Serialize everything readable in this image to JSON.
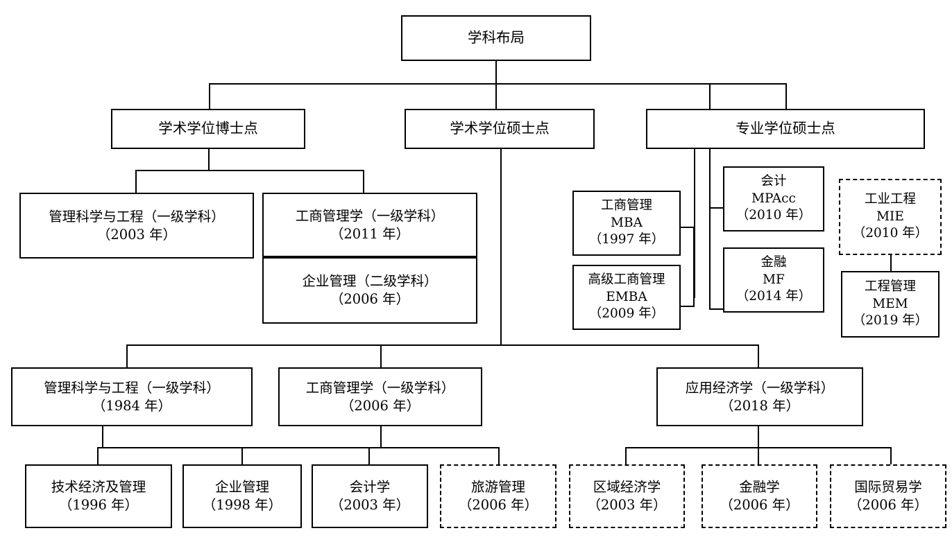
{
  "diagram": {
    "title": "学科布局",
    "type": "organizational-hierarchy",
    "root": {
      "label": "学科布局"
    },
    "branches": {
      "doctoral": {
        "label": "学术学位博士点"
      },
      "academic_master": {
        "label": "学术学位硕士点"
      },
      "professional_master": {
        "label": "专业学位硕士点"
      }
    },
    "doctoral_programs": [
      {
        "name": "管理科学与工程（一级学科）",
        "year": "（2003 年）",
        "style": "solid"
      },
      {
        "name": "工商管理学（一级学科）",
        "year": "（2011 年）",
        "style": "solid"
      },
      {
        "name": "企业管理（二级学科）",
        "year": "（2006 年）",
        "style": "solid"
      }
    ],
    "professional_programs": [
      {
        "name": "工商管理",
        "abbr": "MBA",
        "year": "（1997 年）",
        "style": "solid"
      },
      {
        "name": "高级工商管理",
        "abbr": "EMBA",
        "year": "（2009 年）",
        "style": "solid"
      },
      {
        "name": "会计",
        "abbr": "MPAcc",
        "year": "（2010 年）",
        "style": "solid"
      },
      {
        "name": "金融",
        "abbr": "MF",
        "year": "（2014 年）",
        "style": "solid"
      },
      {
        "name": "工业工程",
        "abbr": "MIE",
        "year": "（2010 年）",
        "style": "dashed"
      },
      {
        "name": "工程管理",
        "abbr": "MEM",
        "year": "（2019 年）",
        "style": "solid"
      }
    ],
    "master_first_level": [
      {
        "name": "管理科学与工程（一级学科）",
        "year": "（1984 年）",
        "style": "solid"
      },
      {
        "name": "工商管理学（一级学科）",
        "year": "（2006 年）",
        "style": "solid"
      },
      {
        "name": "应用经济学（一级学科）",
        "year": "（2018 年）",
        "style": "solid"
      }
    ],
    "master_second_level": [
      {
        "name": "技术经济及管理",
        "year": "（1996 年）",
        "style": "solid"
      },
      {
        "name": "企业管理",
        "year": "（1998 年）",
        "style": "solid"
      },
      {
        "name": "会计学",
        "year": "（2003 年）",
        "style": "solid"
      },
      {
        "name": "旅游管理",
        "year": "（2006 年）",
        "style": "dashed"
      },
      {
        "name": "区域经济学",
        "year": "（2003 年）",
        "style": "dashed"
      },
      {
        "name": "金融学",
        "year": "（2006 年）",
        "style": "dashed"
      },
      {
        "name": "国际贸易学",
        "year": "（2006 年）",
        "style": "dashed"
      }
    ],
    "colors": {
      "line": "#000000",
      "box_fill": "#ffffff",
      "text": "#000000"
    }
  }
}
